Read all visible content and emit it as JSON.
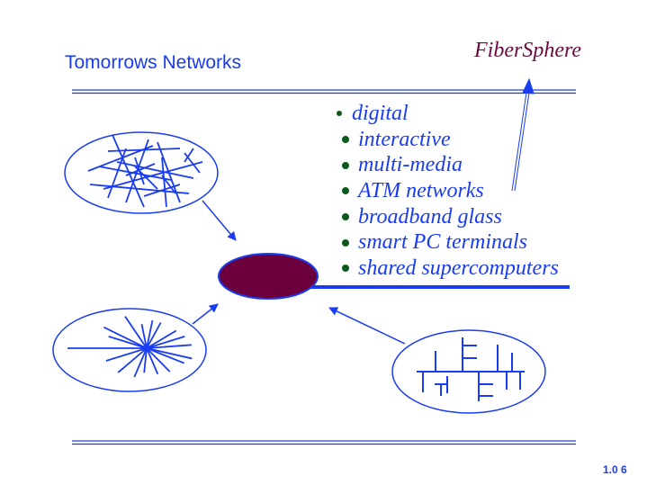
{
  "slide": {
    "title": "Tomorrows Networks",
    "brand": "FiberSphere",
    "bullets": [
      "digital",
      "interactive",
      "multi-media",
      "ATM networks",
      "broadband glass",
      "smart PC terminals",
      "shared supercomputers"
    ],
    "page_number": "1.0 6"
  },
  "colors": {
    "blue": "#1a3cf0",
    "maroon": "#6b003c",
    "bullet": "#0a5a1a"
  }
}
